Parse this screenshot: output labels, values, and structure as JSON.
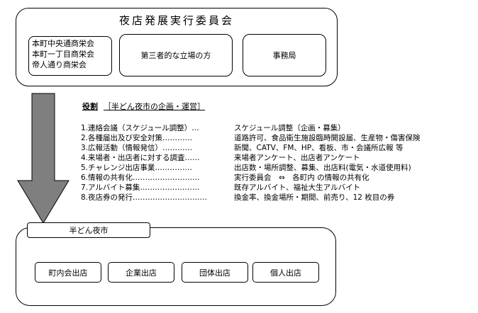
{
  "committee": {
    "title": "夜店発展実行委員会",
    "associations": [
      "本町中央通商栄会",
      "本町一丁目商栄会",
      "帝人通り商栄会"
    ],
    "third_party": "第三者的な立場の方",
    "office": "事務局"
  },
  "roles": {
    "heading": "役割",
    "subheading": "［半どん夜市の企画・運営］",
    "tasks": [
      {
        "name": "1.連絡会議（スケジュール調整）…",
        "desc": "スケジュール調整（企画・募集）"
      },
      {
        "name": "2.各種届出及び安全対策…………",
        "desc": "道路許可、食品衛生施設臨時開設届、生産物・傷害保険"
      },
      {
        "name": "3.広報活動（情報発信）…………",
        "desc": "新聞、CATV、FM、HP、看板、市・会議所広報 等"
      },
      {
        "name": "4.来場者・出店者に対する調査……",
        "desc": "来場者アンケート、出店者アンケート"
      },
      {
        "name": "5.チャレンジ出店事業……………",
        "desc": "出店数・場所調整、募集、出店料(電気・水道使用料)"
      },
      {
        "name": "6.情報の共有化………………………",
        "desc": "実行委員会　⇔　各町内 の情報の共有化"
      },
      {
        "name": "7.アルバイト募集……………………",
        "desc": "既存アルバイト、福祉大生アルバイト"
      },
      {
        "name": "8.夜店券の発行…………………………",
        "desc": "換金率、換金場所・期間、前売り、12 枚目の券"
      }
    ]
  },
  "market": {
    "label": "半どん夜市",
    "outlets": [
      "町内会出店",
      "企業出店",
      "団体出店",
      "個人出店"
    ]
  },
  "colors": {
    "arrow_fill": "#7f7f7f",
    "arrow_stroke": "#000000",
    "border": "#000000"
  }
}
